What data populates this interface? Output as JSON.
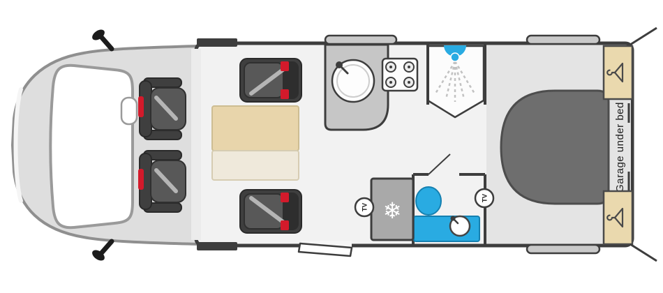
{
  "floorplan": {
    "labels": {
      "garage_under_bed": "Garage under bed",
      "tv_badge": "TV"
    },
    "icons": {
      "snowflake": "❄",
      "hanger": "triangle-with-hook",
      "tap": "dot-with-spout",
      "shower_head": "blue-dome-with-spray",
      "tv": "circled-tv-text",
      "mirror": "stalk-with-pod"
    },
    "colors": {
      "outline_dark": "#3d3d3d",
      "cab_grey": "#dedede",
      "floor_light": "#f2f2f2",
      "floor_bedroom": "#e4e4e4",
      "seat_dark": "#3f3f3f",
      "seat_mid": "#585858",
      "accent_red": "#d31a2b",
      "table_tan": "#e8d5ab",
      "table_light": "#efe9db",
      "counter_grey": "#c6c6c6",
      "fridge_grey": "#a9a9a9",
      "fixture_blue": "#29abe2",
      "wardrobe_beige": "#ead9ae",
      "bed_grey": "#6e6e6e",
      "window_grey": "#c9c9c9"
    }
  }
}
